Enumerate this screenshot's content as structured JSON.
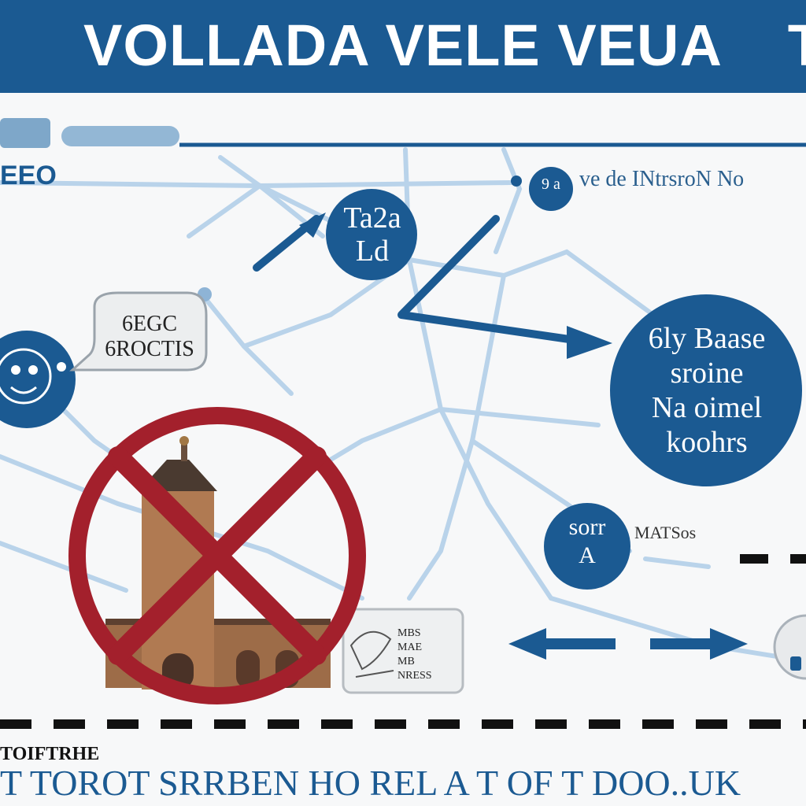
{
  "header": {
    "title": "VOLLADA VELE VEUA",
    "edge_letter": "T"
  },
  "labels": {
    "left_code": "EEO",
    "top_right": "ve de INtrsroN No",
    "right_small": "MATSos"
  },
  "nodes": {
    "center_top": "Ta2a\nLd",
    "top_right_small": "9 a",
    "big_right": "6ly Baase\nsroine\nNa oimel\nkoohrs",
    "lower_right": "sorr\nA"
  },
  "bubbles": {
    "left": "6EGC\n6ROCTIS"
  },
  "doc_card": {
    "text": "MBS\nMAE\nMB\nNRESS"
  },
  "footer": {
    "small": "TOIFTRHE",
    "big": "T TOROT SRRBEN HO REL A T OF T DOO..UK"
  },
  "icons": [
    "globe-head-icon",
    "prohibition-icon",
    "tower-icon",
    "arrow-right-icon",
    "arrow-left-icon"
  ],
  "colors": {
    "brand_blue": "#1b5a92",
    "light_blue": "#b9d3ea",
    "prohibition_red": "#a3202c",
    "tower_brick": "#b07a52"
  }
}
